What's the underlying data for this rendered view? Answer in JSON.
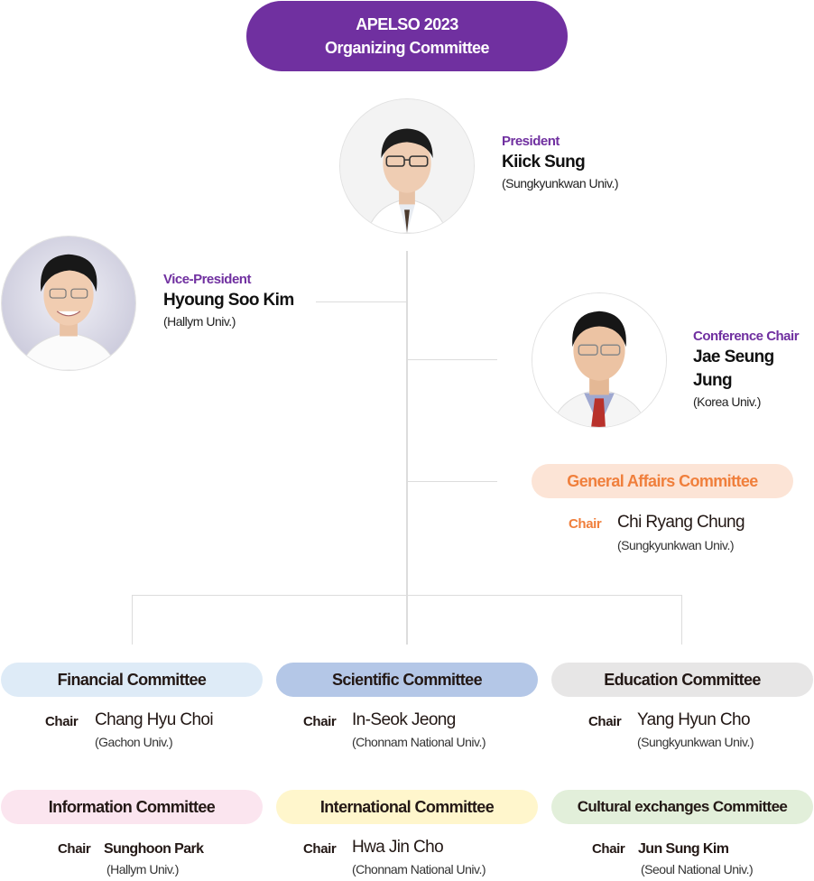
{
  "title": {
    "line1": "APELSO 2023",
    "line2": "Organizing Committee",
    "color": "#7030a0"
  },
  "officers": {
    "president": {
      "role": "President",
      "name": "Kiick Sung",
      "affiliation": "(Sungkyunkwan Univ.)",
      "photo": "portrait-photo"
    },
    "vice_president": {
      "role": "Vice-President",
      "name": "Hyoung Soo Kim",
      "affiliation": "(Hallym Univ.)",
      "photo": "portrait-photo"
    },
    "conference_chair": {
      "role": "Conference Chair",
      "name": "Jae Seung Jung",
      "affiliation": "(Korea Univ.)",
      "photo": "portrait-photo"
    }
  },
  "general_affairs": {
    "committee": "General Affairs Committee",
    "chair_label": "Chair",
    "chair_name": "Chi Ryang Chung",
    "affiliation": "(Sungkyunkwan Univ.)",
    "accent_color": "#f07f3c",
    "pill_color": "#fce4d6"
  },
  "committees": [
    {
      "name": "Financial Committee",
      "chair_label": "Chair",
      "chair_name": "Chang Hyu Choi",
      "affiliation": "(Gachon Univ.)",
      "pill_color": "#deebf7"
    },
    {
      "name": "Scientific Committee",
      "chair_label": "Chair",
      "chair_name": "In-Seok Jeong",
      "affiliation": "(Chonnam National Univ.)",
      "pill_color": "#b4c7e7"
    },
    {
      "name": "Education Committee",
      "chair_label": "Chair",
      "chair_name": "Yang Hyun Cho",
      "affiliation": "(Sungkyunkwan Univ.)",
      "pill_color": "#e7e6e6"
    },
    {
      "name": "Information Committee",
      "chair_label": "Chair",
      "chair_name": "Sunghoon Park",
      "affiliation": "(Hallym Univ.)",
      "pill_color": "#fbe5ef"
    },
    {
      "name": "International Committee",
      "chair_label": "Chair",
      "chair_name": "Hwa Jin Cho",
      "affiliation": "(Chonnam National Univ.)",
      "pill_color": "#fff6cc"
    },
    {
      "name": "Cultural exchanges Committee",
      "chair_label": "Chair",
      "chair_name": "Jun Sung Kim",
      "affiliation": "(Seoul National Univ.)",
      "pill_color": "#e2efda"
    }
  ]
}
